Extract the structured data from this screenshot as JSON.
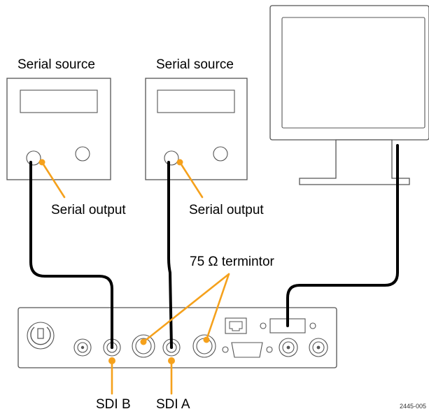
{
  "labels": {
    "source_left": "Serial source",
    "source_right": "Serial source",
    "output_left": "Serial output",
    "output_right": "Serial output",
    "terminator": "75 Ω termintor",
    "sdi_b": "SDI B",
    "sdi_a": "SDI A",
    "figure_id": "2445-005"
  },
  "colors": {
    "callout": "#f5a11c",
    "cable": "#000000",
    "outline": "#555555"
  }
}
